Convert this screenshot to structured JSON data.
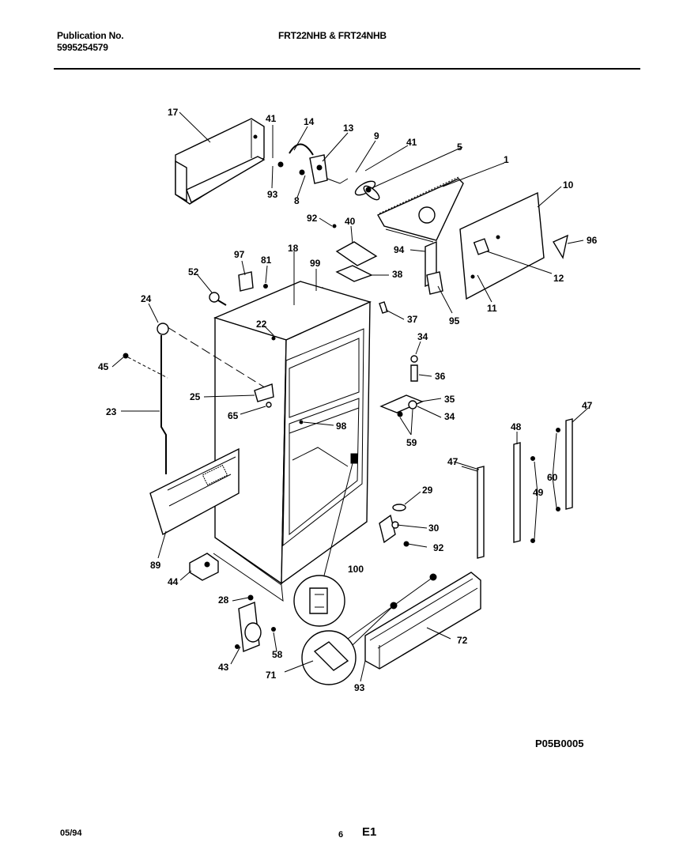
{
  "header": {
    "publication_label": "Publication No.",
    "publication_number": "5995254579",
    "models": "FRT22NHB & FRT24NHB"
  },
  "diagram": {
    "drawing_code": "P05B0005",
    "callouts": [
      "17",
      "41",
      "14",
      "13",
      "9",
      "41",
      "5",
      "1",
      "10",
      "93",
      "8",
      "92",
      "40",
      "96",
      "94",
      "12",
      "38",
      "11",
      "95",
      "97",
      "81",
      "18",
      "99",
      "52",
      "37",
      "24",
      "22",
      "34",
      "36",
      "45",
      "25",
      "35",
      "34",
      "23",
      "65",
      "98",
      "59",
      "47",
      "48",
      "29",
      "60",
      "49",
      "30",
      "47",
      "92",
      "89",
      "100",
      "44",
      "28",
      "72",
      "43",
      "58",
      "71",
      "93"
    ]
  },
  "footer": {
    "date": "05/94",
    "page": "6",
    "section": "E1"
  }
}
